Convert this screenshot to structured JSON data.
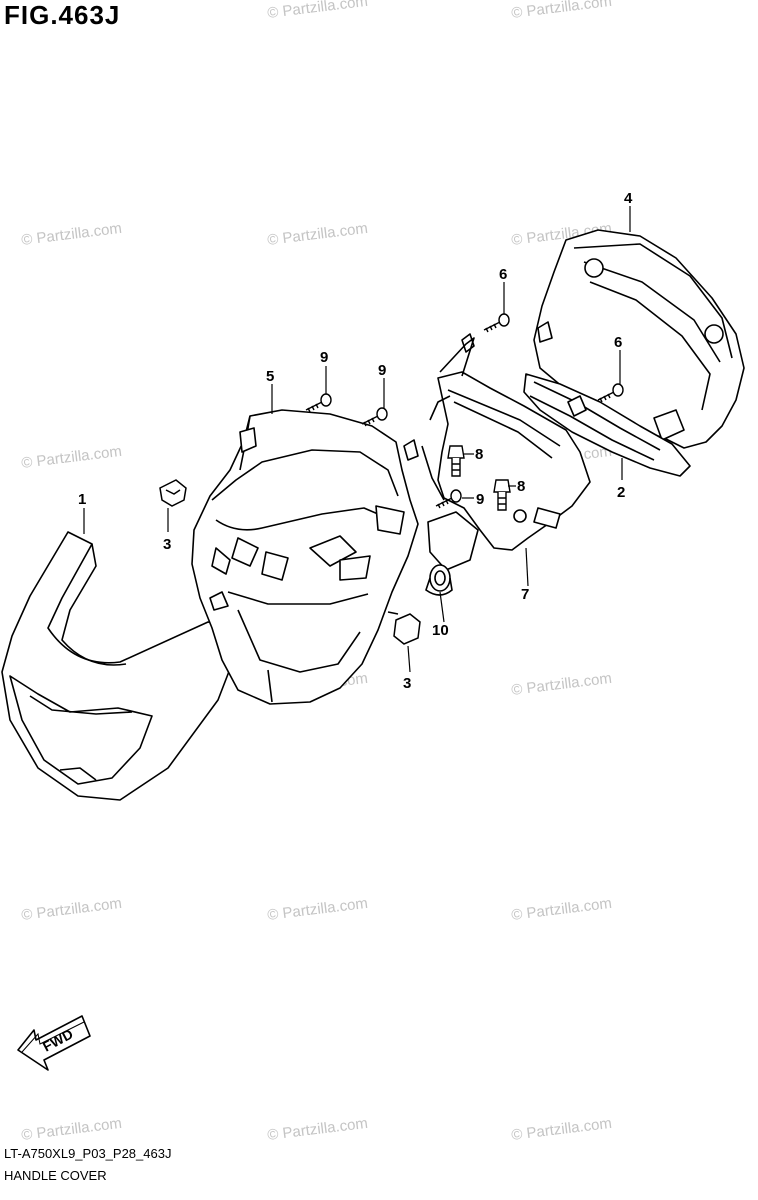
{
  "figure": {
    "title": "FIG.463J",
    "code": "LT-A750XL9_P03_P28_463J",
    "caption": "HANDLE COVER"
  },
  "watermark": {
    "text": "© Partzilla.com",
    "color": "#c4c4c4"
  },
  "fwd_label": "FWD",
  "callouts": [
    "1",
    "2",
    "3",
    "3",
    "4",
    "5",
    "6",
    "6",
    "7",
    "8",
    "8",
    "9",
    "9",
    "9",
    "10"
  ]
}
